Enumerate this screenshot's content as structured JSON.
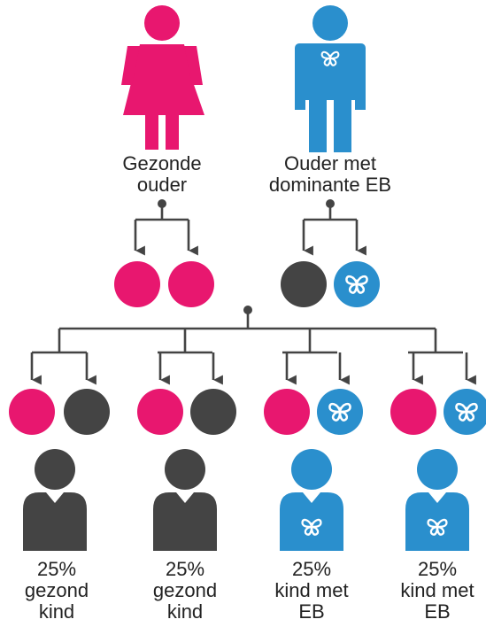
{
  "colors": {
    "pink": "#e8176f",
    "blue": "#2a8fcd",
    "dark": "#444444",
    "line": "#444444"
  },
  "parents": [
    {
      "label_lines": [
        "Gezonde",
        "ouder"
      ],
      "figure": "female",
      "color": "pink",
      "mark": false
    },
    {
      "label_lines": [
        "Ouder met",
        "dominante EB"
      ],
      "figure": "male",
      "color": "blue",
      "mark": true
    }
  ],
  "parent_genes": [
    [
      {
        "color": "pink",
        "mark": false
      },
      {
        "color": "pink",
        "mark": false
      }
    ],
    [
      {
        "color": "dark",
        "mark": false
      },
      {
        "color": "blue",
        "mark": true
      }
    ]
  ],
  "children": [
    {
      "genes": [
        {
          "color": "pink",
          "mark": false
        },
        {
          "color": "dark",
          "mark": false
        }
      ],
      "figure_color": "dark",
      "figure_mark": false,
      "label_lines": [
        "25%",
        "gezond",
        "kind"
      ]
    },
    {
      "genes": [
        {
          "color": "pink",
          "mark": false
        },
        {
          "color": "dark",
          "mark": false
        }
      ],
      "figure_color": "dark",
      "figure_mark": false,
      "label_lines": [
        "25%",
        "gezond",
        "kind"
      ]
    },
    {
      "genes": [
        {
          "color": "pink",
          "mark": false
        },
        {
          "color": "blue",
          "mark": true
        }
      ],
      "figure_color": "blue",
      "figure_mark": true,
      "label_lines": [
        "25%",
        "kind met",
        "EB"
      ]
    },
    {
      "genes": [
        {
          "color": "pink",
          "mark": false
        },
        {
          "color": "blue",
          "mark": true
        }
      ],
      "figure_color": "blue",
      "figure_mark": true,
      "label_lines": [
        "25%",
        "kind met",
        "EB"
      ]
    }
  ],
  "icons": {
    "female": "female-figure-icon",
    "male": "male-figure-icon",
    "child": "child-figure-icon",
    "mark": "butterfly-icon"
  }
}
